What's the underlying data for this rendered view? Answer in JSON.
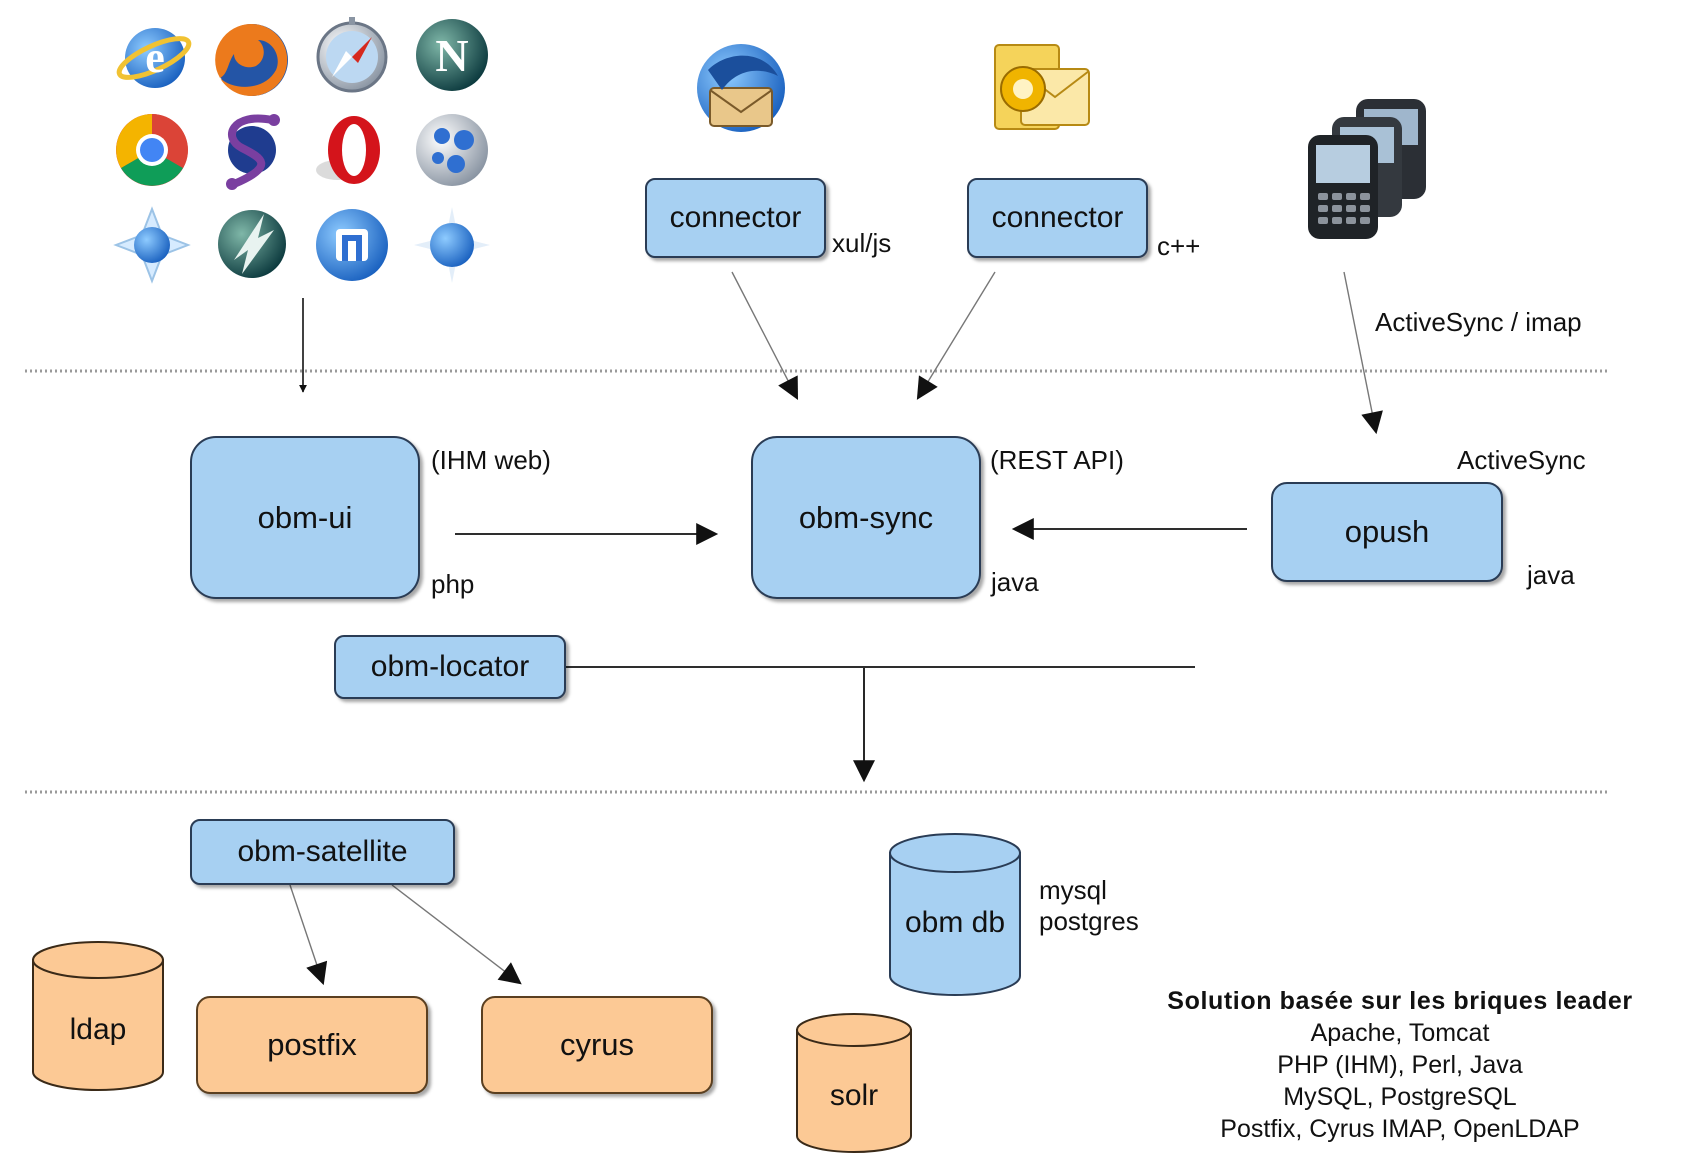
{
  "top_labels": {
    "xul_js": "xul/js",
    "cpp": "c++",
    "activesync_imap": "ActiveSync / imap"
  },
  "components": {
    "connector_thunderbird": "connector",
    "connector_outlook": "connector",
    "obm_ui": "obm-ui",
    "obm_sync": "obm-sync",
    "opush": "opush",
    "obm_locator": "obm-locator",
    "obm_satellite": "obm-satellite",
    "postfix": "postfix",
    "cyrus": "cyrus",
    "ldap": "ldap",
    "obm_db": "obm db",
    "solr": "solr"
  },
  "annotations": {
    "ihm_web": "(IHM web)",
    "php": "php",
    "rest_api": "(REST API)",
    "java_sync": "java",
    "activesync": "ActiveSync",
    "java_opush": "java",
    "mysql": "mysql",
    "postgres": "postgres"
  },
  "note": {
    "heading": "Solution basée sur les briques leader",
    "lines": [
      "Apache, Tomcat",
      "PHP (IHM), Perl, Java",
      "MySQL, PostgreSQL",
      "Postfix, Cyrus IMAP, OpenLDAP"
    ]
  },
  "colors": {
    "component_blue": "#a7d0f2",
    "storage_orange": "#fcc995",
    "outline": "#2a3c55"
  },
  "icons": [
    "internet-explorer-icon",
    "firefox-icon",
    "safari-icon",
    "netscape-icon",
    "chrome-icon",
    "seamonkey-icon",
    "opera-icon",
    "epiphany-icon",
    "konqueror-icon",
    "flock-icon",
    "maxthon-icon",
    "camino-icon",
    "thunderbird-icon",
    "outlook-icon",
    "blackberry-phones-icon"
  ]
}
